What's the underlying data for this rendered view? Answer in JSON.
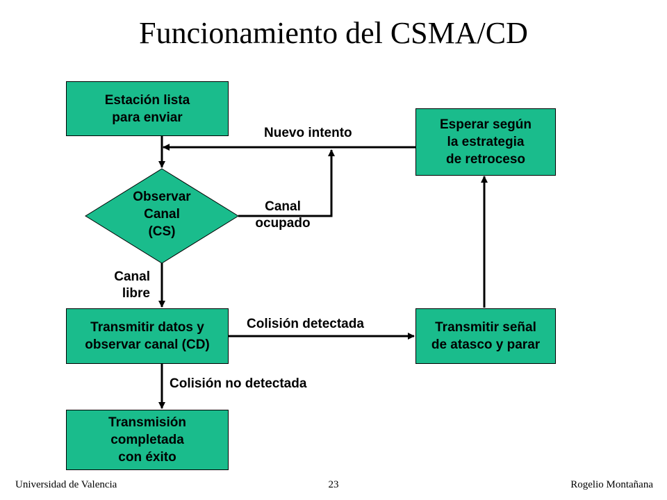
{
  "title": "Funcionamiento del CSMA/CD",
  "nodes": {
    "ready": "Estación lista\npara enviar",
    "sense": "Observar\nCanal\n(CS)",
    "transmit": "Transmitir datos y\nobservar canal (CD)",
    "success": "Transmisión\ncompletada\ncon éxito",
    "wait": "Esperar según\nla estrategia\nde retroceso",
    "jam": "Transmitir señal\nde atasco y parar"
  },
  "edges": {
    "retry": "Nuevo intento",
    "busy": "Canal\nocupado",
    "free": "Canal\nlibre",
    "collision": "Colisión detectada",
    "no_collision": "Colisión no detectada"
  },
  "footer": {
    "left": "Universidad de Valencia",
    "center": "23",
    "right": "Rogelio Montañana"
  },
  "colors": {
    "node_fill": "#1abc8c"
  }
}
